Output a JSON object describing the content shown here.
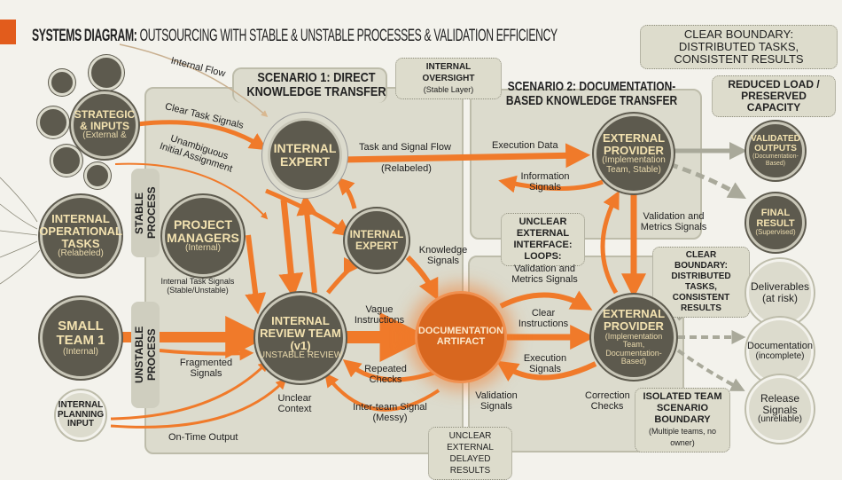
{
  "title": {
    "bold": "SYSTEMS DIAGRAM:",
    "rest": " OUTSOURCING WITH STABLE & UNSTABLE PROCESSES & VALIDATION EFFICIENCY"
  },
  "colors": {
    "accent": "#f07a2a",
    "node": "#5d5a4e",
    "panel": "#dcdbcd",
    "node_text": "#f3e2b0",
    "output_arrow": "#a9a99a"
  },
  "callouts": {
    "top_right": "CLEAR BOUNDARY: DISTRIBUTED TASKS, CONSISTENT RESULTS",
    "oversight": {
      "title": "INTERNAL OVERSIGHT",
      "sub": "(Stable Layer)"
    },
    "reduced": "REDUCED LOAD / PRESERVED CAPACITY",
    "unclear_interface": "UNCLEAR EXTERNAL INTERFACE: LOOPS:",
    "clear_boundary": "CLEAR BOUNDARY: DISTRIBUTED TASKS, CONSISTENT RESULTS",
    "isolated": {
      "title": "ISOLATED TEAM SCENARIO BOUNDARY",
      "sub": "(Multiple teams, no owner)"
    },
    "unclear_delayed": "UNCLEAR EXTERNAL DELAYED RESULTS"
  },
  "scenarios": {
    "s1": "SCENARIO 1: DIRECT KNOWLEDGE TRANSFER",
    "s2": "SCENARIO 2: DOCUMENTATION-BASED KNOWLEDGE TRANSFER"
  },
  "process_labels": {
    "stable": "STABLE PROCESS",
    "unstable": "UNSTABLE PROCESS"
  },
  "nodes": {
    "strategic": {
      "title": "STRATEGIC & INPUTS",
      "sub": "(External &"
    },
    "operational": {
      "title": "INTERNAL OPERATIONAL TASKS",
      "sub": "(Relabeled)"
    },
    "small_team": {
      "title": "SMALL TEAM 1",
      "sub": "(Internal)"
    },
    "planning": {
      "title": "INTERNAL PLANNING INPUT"
    },
    "managers": {
      "title": "PROJECT MANAGERS",
      "sub": "(Internal)"
    },
    "expert1": {
      "title": "INTERNAL EXPERT"
    },
    "expert2": {
      "title": "INTERNAL EXPERT"
    },
    "review": {
      "title": "INTERNAL REVIEW TEAM (v1)",
      "sub": "UNSTABLE REVIEW"
    },
    "artifact": {
      "title": "DOCUMENTATION ARTIFACT"
    },
    "provider1": {
      "title": "EXTERNAL PROVIDER",
      "sub": "(Implementation Team, Stable)"
    },
    "provider2": {
      "title": "EXTERNAL PROVIDER",
      "sub": "(Implementation Team, Documentation-Based)"
    },
    "validated": {
      "title": "VALIDATED OUTPUTS",
      "sub": "(Documentation-Based)"
    },
    "final": {
      "title": "FINAL RESULT",
      "sub": "(Supervised)"
    },
    "deliverables": {
      "title": "Deliverables",
      "sub": "(at risk)"
    },
    "documentation": {
      "title": "Documentation",
      "sub": "(incomplete)"
    },
    "release": {
      "title": "Release Signals",
      "sub": "(unreliable)"
    }
  },
  "flow_labels": {
    "internal_flow": "Internal Flow",
    "clear_task": "Clear Task Signals",
    "unambiguous": "Unambiguous Initial Assignment",
    "task_signal": "Task and Signal Flow",
    "relabeled": "(Relabeled)",
    "internal_task": "Internal Task Signals (Stable/Unstable)",
    "knowledge": "Knowledge Signals",
    "vague": "Vague Instructions",
    "fragmented": "Fragmented Signals",
    "repeated": "Repeated Checks",
    "unclear_context": "Unclear Context",
    "inter_team": "Inter-team Signal (Messy)",
    "on_time": "On-Time Output",
    "execution_data": "Execution Data",
    "information": "Information Signals",
    "validation_metrics1": "Validation and Metrics Signals",
    "validation_metrics2": "Validation and Metrics Signals",
    "clear_instructions": "Clear Instructions",
    "execution_signals": "Execution Signals",
    "validation_signals": "Validation Signals",
    "correction": "Correction Checks"
  }
}
